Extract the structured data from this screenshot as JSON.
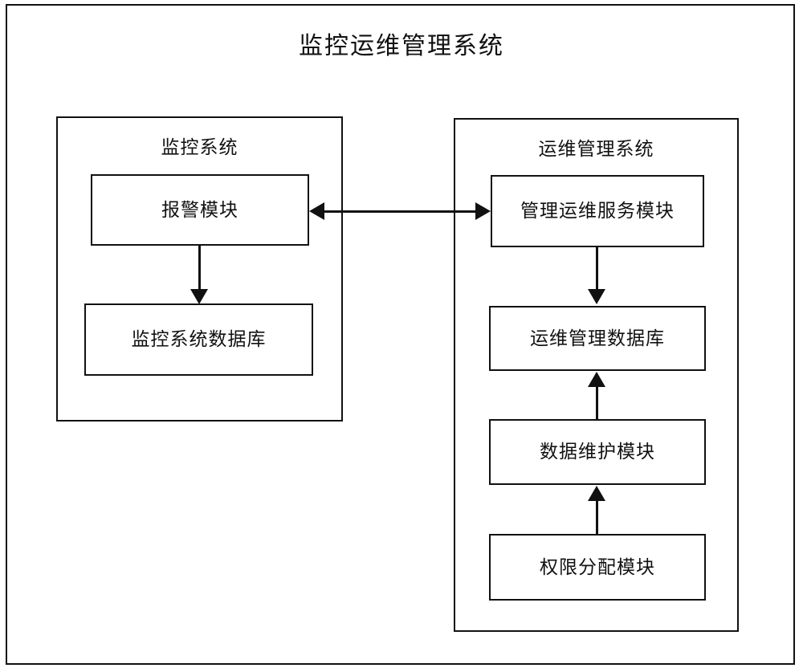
{
  "diagram": {
    "title": "监控运维管理系统",
    "background_color": "#ffffff",
    "line_color": "#111111"
  },
  "subsystems": [
    {
      "id": "monitor-system",
      "title": "监控系统",
      "modules": [
        {
          "id": "alarm",
          "label": "报警模块"
        },
        {
          "id": "monitor-db",
          "label": "监控系统数据库"
        }
      ]
    },
    {
      "id": "ops-system",
      "title": "运维管理系统",
      "modules": [
        {
          "id": "ops-service",
          "label": "管理运维服务模块"
        },
        {
          "id": "ops-db",
          "label": "运维管理数据库"
        },
        {
          "id": "data-maint",
          "label": "数据维护模块"
        },
        {
          "id": "auth-alloc",
          "label": "权限分配模块"
        }
      ]
    }
  ],
  "connectors": [
    {
      "id": "alarm-to-monitor-db",
      "from": "报警模块",
      "to": "监控系统数据库",
      "direction": "down"
    },
    {
      "id": "alarm-ops-service-link",
      "from": "报警模块",
      "to": "管理运维服务模块",
      "direction": "bidirectional"
    },
    {
      "id": "ops-service-to-ops-db",
      "from": "管理运维服务模块",
      "to": "运维管理数据库",
      "direction": "down"
    },
    {
      "id": "data-maint-to-ops-db",
      "from": "数据维护模块",
      "to": "运维管理数据库",
      "direction": "up"
    },
    {
      "id": "auth-alloc-to-data-maint",
      "from": "权限分配模块",
      "to": "数据维护模块",
      "direction": "up"
    }
  ]
}
